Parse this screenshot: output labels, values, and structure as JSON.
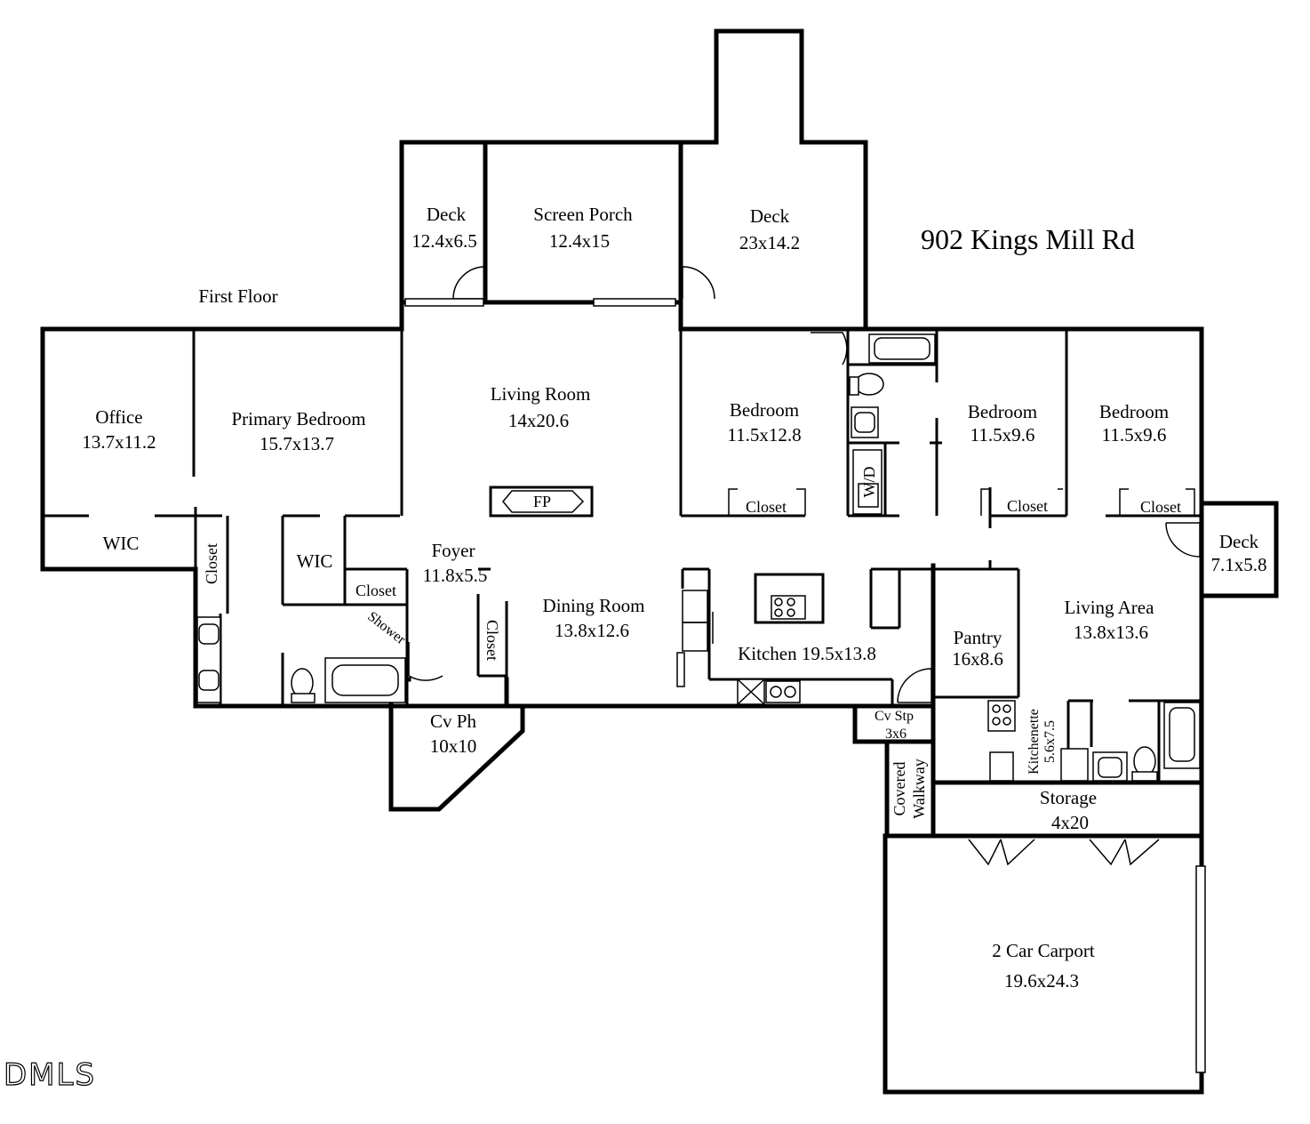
{
  "title": "902 Kings Mill Rd",
  "floor_label": "First Floor",
  "watermark": "DMLS",
  "rooms": {
    "deck_left": {
      "name": "Deck",
      "size": "12.4x6.5"
    },
    "screen_porch": {
      "name": "Screen Porch",
      "size": "12.4x15"
    },
    "deck_center": {
      "name": "Deck",
      "size": "23x14.2"
    },
    "office": {
      "name": "Office",
      "size": "13.7x11.2"
    },
    "primary_bedroom": {
      "name": "Primary Bedroom",
      "size": "15.7x13.7"
    },
    "living_room": {
      "name": "Living Room",
      "size": "14x20.6"
    },
    "fireplace": {
      "name": "FP"
    },
    "bedroom_1": {
      "name": "Bedroom",
      "size": "11.5x12.8"
    },
    "bedroom_2": {
      "name": "Bedroom",
      "size": "11.5x9.6"
    },
    "bedroom_3": {
      "name": "Bedroom",
      "size": "11.5x9.6"
    },
    "closet_bed1": {
      "name": "Closet"
    },
    "closet_bed2": {
      "name": "Closet"
    },
    "closet_bed3": {
      "name": "Closet"
    },
    "laundry": {
      "name": "W/D"
    },
    "deck_right": {
      "name": "Deck",
      "size": "7.1x5.8"
    },
    "wic_office": {
      "name": "WIC"
    },
    "closet_vertical": {
      "name": "Closet"
    },
    "wic_primary": {
      "name": "WIC"
    },
    "closet_primary": {
      "name": "Closet"
    },
    "shower": {
      "name": "Shower"
    },
    "foyer": {
      "name": "Foyer",
      "size": "11.8x5.5"
    },
    "closet_foyer": {
      "name": "Closet"
    },
    "dining_room": {
      "name": "Dining Room",
      "size": "13.8x12.6"
    },
    "kitchen": {
      "name": "Kitchen",
      "size": "19.5x13.8"
    },
    "pantry": {
      "name": "Pantry",
      "size": "16x8.6"
    },
    "living_area": {
      "name": "Living Area",
      "size": "13.8x13.6"
    },
    "cv_ph": {
      "name": "Cv Ph",
      "size": "10x10"
    },
    "cv_stp": {
      "name": "Cv Stp",
      "size": "3x6"
    },
    "covered_walkway": {
      "name_line1": "Covered",
      "name_line2": "Walkway"
    },
    "kitchenette": {
      "name": "Kitchenette",
      "size": "5.6x7.5"
    },
    "storage": {
      "name": "Storage",
      "size": "4x20"
    },
    "carport": {
      "name": "2 Car Carport",
      "size": "19.6x24.3"
    }
  }
}
